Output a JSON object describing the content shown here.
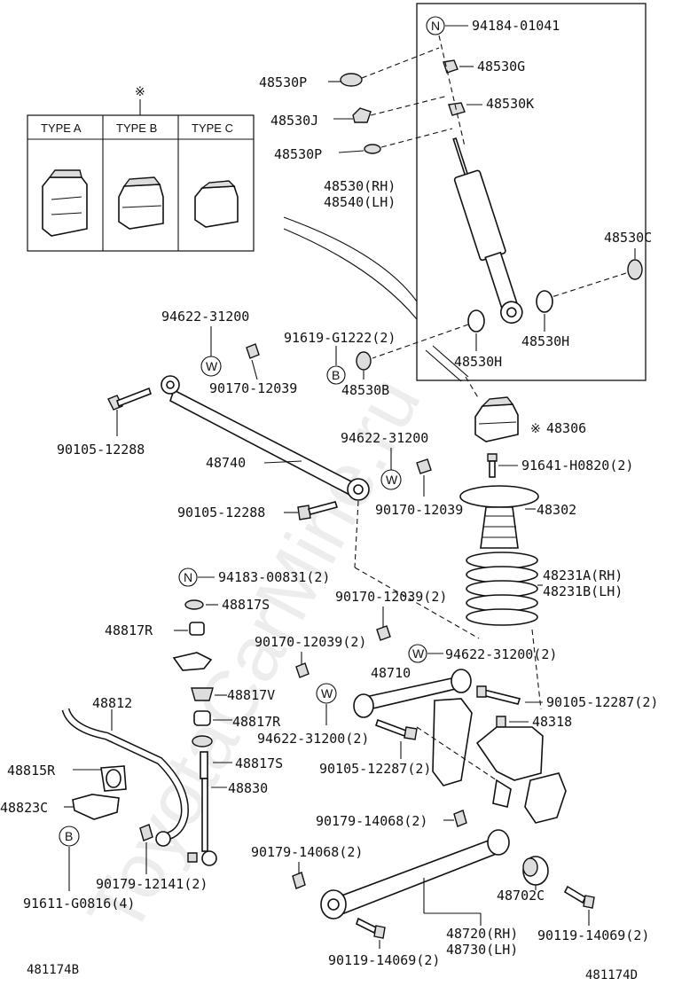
{
  "watermark": "ToyotaCarMine.ru",
  "table": {
    "note_mark": "※",
    "headers": [
      "TYPE A",
      "TYPE B",
      "TYPE C"
    ]
  },
  "labels": {
    "p94184": "94184-01041",
    "p48530G": "48530G",
    "p48530K": "48530K",
    "p48530P_top": "48530P",
    "p48530J": "48530J",
    "p48530P_mid": "48530P",
    "p48530rh": "48530(RH)",
    "p48540lh": "48540(LH)",
    "p48530C": "48530C",
    "p48530H_a": "48530H",
    "p48530H_b": "48530H",
    "p48530B": "48530B",
    "p94622_a": "94622-31200",
    "p91619": "91619-G1222(2)",
    "p90170_a": "90170-12039",
    "p90105_a": "90105-12288",
    "p48740": "48740",
    "p94622_b": "94622-31200",
    "p48306": "48306",
    "p48306_mark": "※",
    "p91641": "91641-H0820(2)",
    "p90105_b": "90105-12288",
    "p90170_b": "90170-12039",
    "p48302": "48302",
    "p94183": "94183-00831(2)",
    "p90170_c": "90170-12039(2)",
    "p48231A": "48231A(RH)",
    "p48231B": "48231B(LH)",
    "p48817S_a": "48817S",
    "p48817R_a": "48817R",
    "p90170_d": "90170-12039(2)",
    "p48710": "48710",
    "p94622_c": "94622-31200(2)",
    "p48812": "48812",
    "p48817V": "48817V",
    "p90105_c": "90105-12287(2)",
    "p48817R_b": "48817R",
    "p48318": "48318",
    "p94622_d": "94622-31200(2)",
    "p48815R": "48815R",
    "p48817S_b": "48817S",
    "p90105_d": "90105-12287(2)",
    "p48830": "48830",
    "p48823C": "48823C",
    "p90179_a": "90179-14068(2)",
    "p90179_b": "90179-14068(2)",
    "p90179_c": "90179-12141(2)",
    "p91611": "91611-G0816(4)",
    "p48702C": "48702C",
    "p48720": "48720(RH)",
    "p48730": "48730(LH)",
    "p90119_a": "90119-14069(2)",
    "p90119_b": "90119-14069(2)",
    "code_left": "481174B",
    "code_right": "481174D"
  },
  "symbols": {
    "N": "N",
    "W": "W",
    "B": "B"
  }
}
